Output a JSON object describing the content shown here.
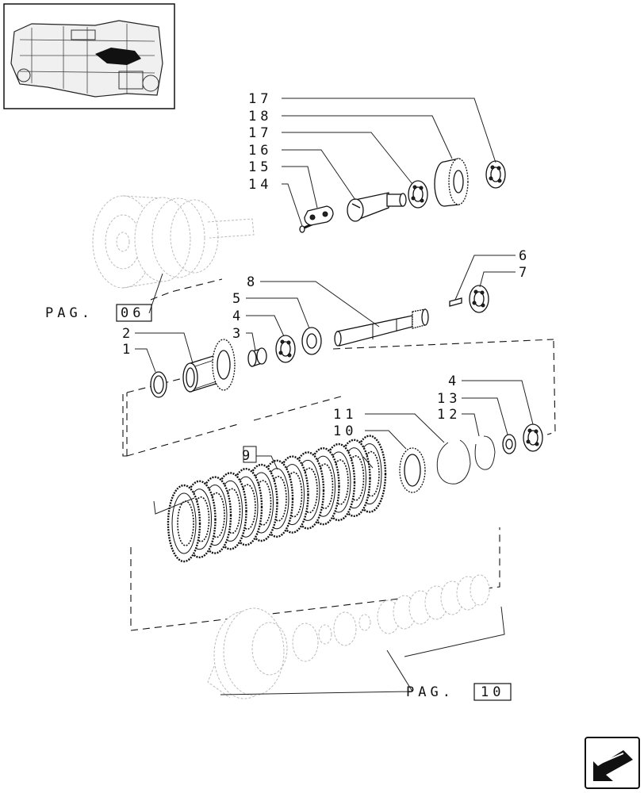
{
  "callouts": {
    "c1": "1",
    "c2": "2",
    "c3": "3",
    "c4a": "4",
    "c4b": "4",
    "c5": "5",
    "c6": "6",
    "c7": "7",
    "c8": "8",
    "c9": "9",
    "c10": "10",
    "c11": "11",
    "c12": "12",
    "c13": "13",
    "c14": "14",
    "c15": "15",
    "c16": "16",
    "c17a": "17",
    "c17b": "17",
    "c18": "18"
  },
  "page_refs": {
    "upper_prefix": "PAG.",
    "upper_page": "06",
    "lower_prefix": "PAG.",
    "lower_page": "10"
  }
}
